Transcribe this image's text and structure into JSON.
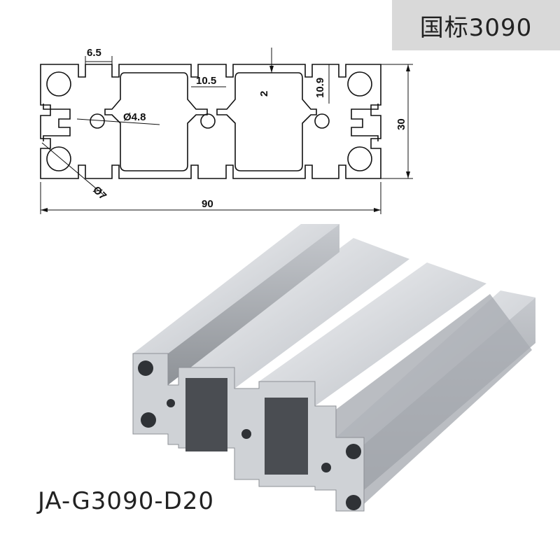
{
  "badge": {
    "title": "国标3090"
  },
  "product": {
    "model_code": "JA-G3090-D20"
  },
  "drawing": {
    "dim_slot_width": "6.5",
    "dim_diameter_small": "Ø4.8",
    "dim_center_gap": "10.5",
    "dim_wall": "2",
    "dim_slot_depth": "10.9",
    "dim_height": "30",
    "dim_diameter_corner": "Ø7",
    "dim_width": "90"
  },
  "colors": {
    "badge_bg": "#d9d9d9",
    "outline": "#111111",
    "aluminum": "#c9ccd1"
  }
}
